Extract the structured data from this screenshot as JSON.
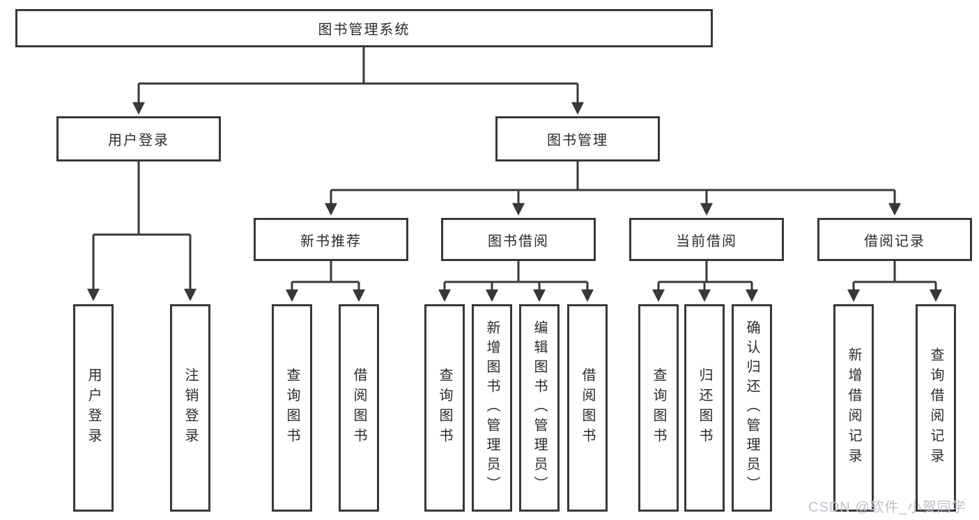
{
  "tree": {
    "root": "图书管理系统",
    "branches": [
      {
        "label": "用户登录",
        "children": [
          {
            "label": "用户登录"
          },
          {
            "label": "注销登录"
          }
        ]
      },
      {
        "label": "图书管理",
        "children": [
          {
            "label": "新书推荐",
            "children": [
              {
                "label": "查询图书"
              },
              {
                "label": "借阅图书"
              }
            ]
          },
          {
            "label": "图书借阅",
            "children": [
              {
                "label": "查询图书"
              },
              {
                "label": "新增图书（管理员）"
              },
              {
                "label": "编辑图书（管理员）"
              },
              {
                "label": "借阅图书"
              }
            ]
          },
          {
            "label": "当前借阅",
            "children": [
              {
                "label": "查询图书"
              },
              {
                "label": "归还图书"
              },
              {
                "label": "确认归还（管理员）"
              }
            ]
          },
          {
            "label": "借阅记录",
            "children": [
              {
                "label": "新增借阅记录"
              },
              {
                "label": "查询借阅记录"
              }
            ]
          }
        ]
      }
    ]
  },
  "watermark": "CSDN @软件_小贺同学",
  "colors": {
    "line": "#383838",
    "text": "#2b2b2b",
    "watermark": "#bdc1c9",
    "background": "#ffffff"
  }
}
